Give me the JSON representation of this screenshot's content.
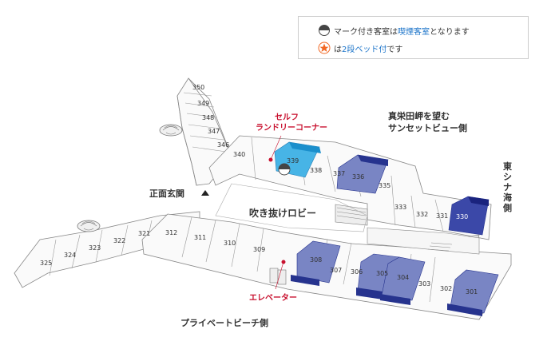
{
  "legend": {
    "smoking_prefix": "マーク付き客室は",
    "smoking_hl": "喫煙客室",
    "smoking_suffix": "となります",
    "bed_prefix": "は",
    "bed_hl": "2段ベッド付",
    "bed_suffix": "です"
  },
  "labels": {
    "laundry_1": "セルフ",
    "laundry_2": "ランドリーコーナー",
    "sunset_1": "真栄田岬を望む",
    "sunset_2": "サンセットビュー側",
    "east_china_sea": "東シナ海側",
    "main_entrance": "正面玄関",
    "atrium": "吹き抜けロビー",
    "elevator": "エレベーター",
    "beach": "プライベートビーチ側"
  },
  "rooms": [
    "350",
    "349",
    "348",
    "347",
    "346",
    "340",
    "339",
    "338",
    "337",
    "336",
    "335",
    "333",
    "332",
    "331",
    "330",
    "325",
    "324",
    "323",
    "322",
    "321",
    "312",
    "311",
    "310",
    "309",
    "308",
    "307",
    "306",
    "305",
    "304",
    "303",
    "302",
    "301"
  ],
  "colors": {
    "bunk_room": "#7985c4",
    "bunk_room_dark": "#26338e",
    "smoking_room": "#47b4e6",
    "accent_red": "#c8102e",
    "star_orange": "#f26722"
  }
}
